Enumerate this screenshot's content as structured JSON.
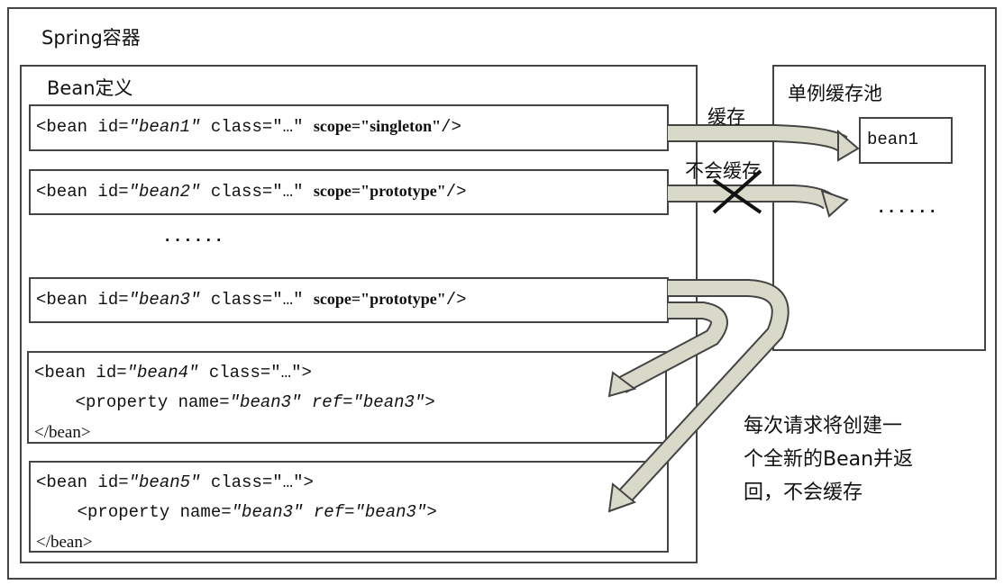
{
  "container_title": "Spring容器",
  "definitions_title": "Bean定义",
  "pool_title": "单例缓存池",
  "pool_bean": "bean1",
  "pool_ellipsis": "......",
  "defs_ellipsis": "......",
  "arrow_cache_label": "缓存",
  "arrow_nocache_label": "不会缓存",
  "note": [
    "每次请求将创建一",
    "个全新的Bean并返",
    "回，不会缓存"
  ],
  "beans": [
    {
      "open": "<bean id=",
      "id": "\"bean1\"",
      "cls": " class=\"…\" ",
      "scope": "scope=\"singleton\"",
      "close": "/>"
    },
    {
      "open": "<bean id=",
      "id": "\"bean2\"",
      "cls": " class=\"…\" ",
      "scope": "scope=\"prototype\"",
      "close": "/>"
    },
    {
      "open": "<bean id=",
      "id": "\"bean3\"",
      "cls": " class=\"…\" ",
      "scope": "scope=\"prototype\"",
      "close": "/>"
    }
  ],
  "ref_beans": [
    {
      "line1": "<bean id=",
      "id": "\"bean4\"",
      "line1_end": " class=\"…\">",
      "prop_open": "    <property name=",
      "prop_name": "\"bean3\"",
      "prop_mid": " ref=",
      "prop_ref": "\"bean3\"",
      "prop_close": ">",
      "end": "</bean>"
    },
    {
      "line1": "<bean id=",
      "id": "\"bean5\"",
      "line1_end": " class=\"…\">",
      "prop_open": "    <property name=",
      "prop_name": "\"bean3\"",
      "prop_mid": " ref=",
      "prop_ref": "\"bean3\"",
      "prop_close": ">",
      "end": "</bean>"
    }
  ],
  "colors": {
    "arrow_fill": "#d9d9c9",
    "border": "#444444"
  }
}
